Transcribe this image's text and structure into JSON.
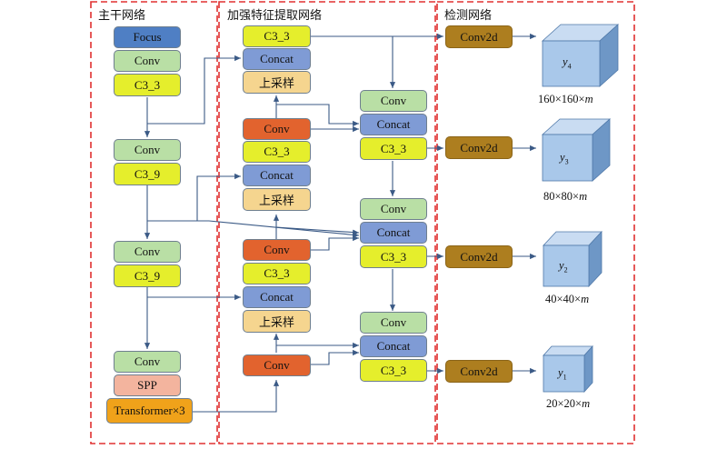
{
  "sections": {
    "backbone": "主干网络",
    "neck": "加强特征提取网络",
    "head": "检测网络"
  },
  "backbone": {
    "focus": "Focus",
    "conv1": "Conv",
    "c3_3": "C3_3",
    "conv2": "Conv",
    "c3_9a": "C3_9",
    "conv3": "Conv",
    "c3_9b": "C3_9",
    "conv4": "Conv",
    "spp": "SPP",
    "transformer": "Transformer×3"
  },
  "neck": {
    "top_c3": "C3_3",
    "top_concat": "Concat",
    "top_up": "上采样",
    "b2_conv": "Conv",
    "b2_c3": "C3_3",
    "b2_concat": "Concat",
    "b2_up": "上采样",
    "b3_conv": "Conv",
    "b3_c3": "C3_3",
    "b3_concat": "Concat",
    "b3_up": "上采样",
    "b4_conv": "Conv",
    "r1_conv": "Conv",
    "r1_concat": "Concat",
    "r1_c3": "C3_3",
    "r2_conv": "Conv",
    "r2_concat": "Concat",
    "r2_c3": "C3_3",
    "r3_conv": "Conv",
    "r3_concat": "Concat",
    "r3_c3": "C3_3"
  },
  "head": {
    "conv2d": [
      "Conv2d",
      "Conv2d",
      "Conv2d",
      "Conv2d"
    ],
    "outputs": [
      {
        "label": "y",
        "sub": "4",
        "size": "160×160×",
        "m": "m"
      },
      {
        "label": "y",
        "sub": "3",
        "size": "80×80×",
        "m": "m"
      },
      {
        "label": "y",
        "sub": "2",
        "size": "40×40×",
        "m": "m"
      },
      {
        "label": "y",
        "sub": "1",
        "size": "20×20×",
        "m": "m"
      }
    ]
  },
  "colors": {
    "focus": "#4f7fc4",
    "conv": "#b9dfa5",
    "c3": "#e5ee2c",
    "concat": "#7f9bd5",
    "upsample": "#f5d58f",
    "conv_red": "#e2632e",
    "spp": "#f3b49e",
    "transformer": "#f0a21a",
    "conv2d": "#ad7e1f",
    "arrow": "#3b5a86",
    "section_border": "#e03030",
    "cube_front": "#a9c8ea",
    "cube_top": "#c9dcf2",
    "cube_side": "#6e97c6"
  }
}
